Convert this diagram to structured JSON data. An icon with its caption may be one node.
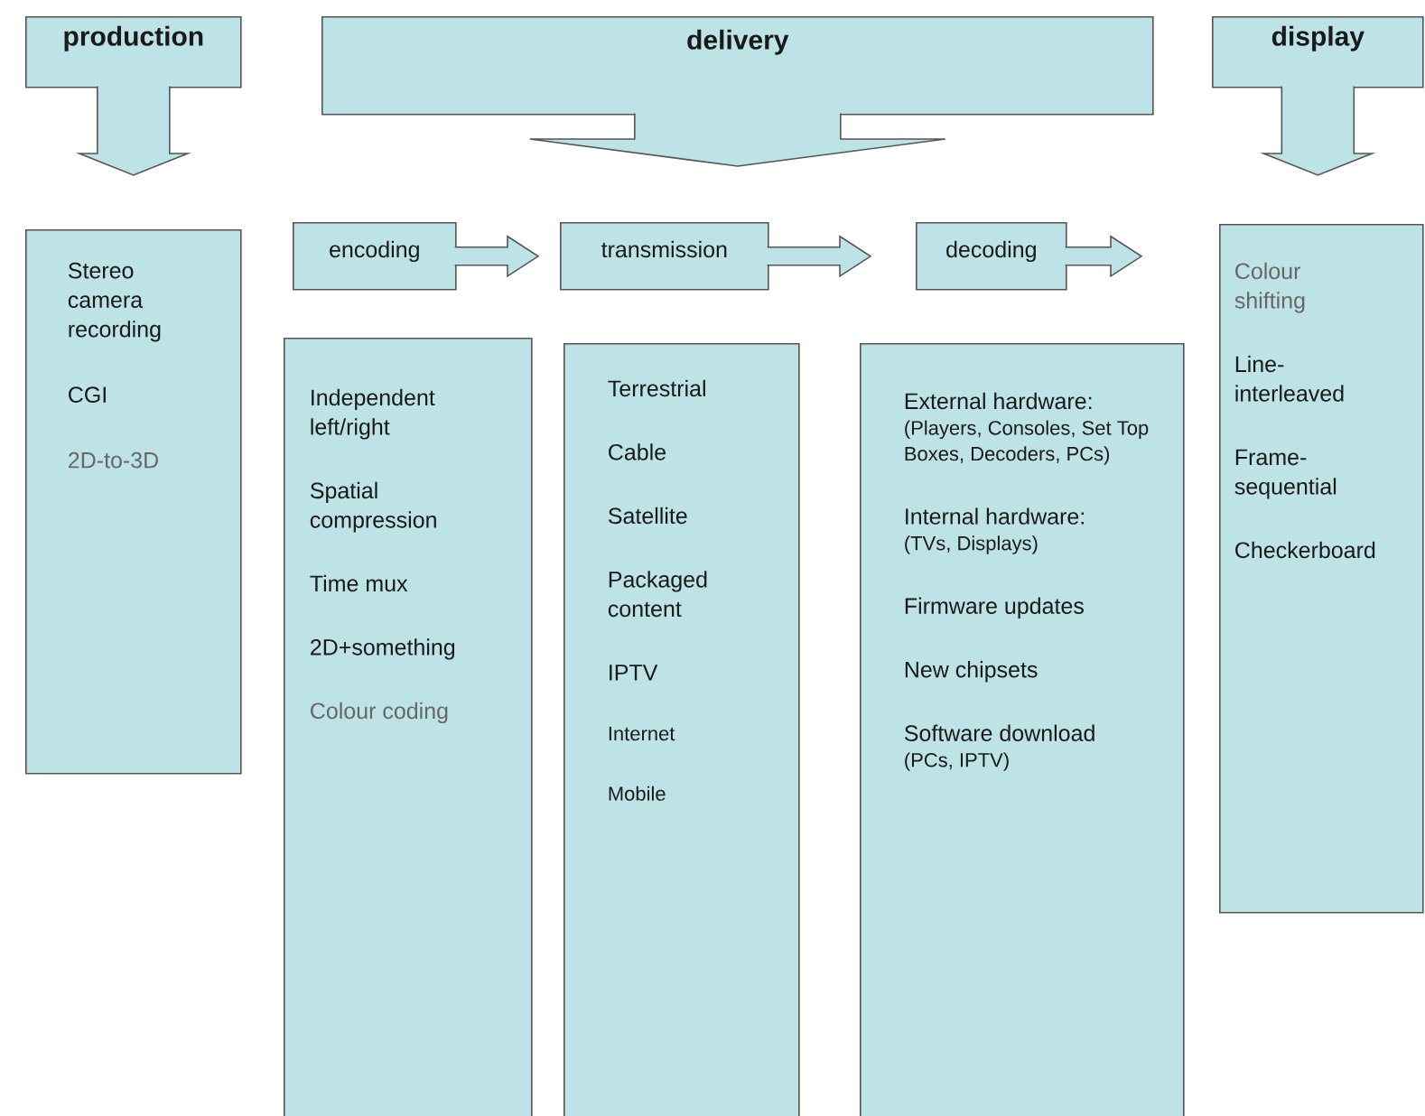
{
  "diagram": {
    "nodes": [
      {
        "text": [
          "production"
        ]
      },
      {
        "text": [
          "delivery"
        ]
      },
      {
        "text": [
          "display"
        ]
      },
      {
        "text": [
          "encoding"
        ]
      },
      {
        "text": [
          "transmission"
        ]
      },
      {
        "text": [
          "decoding"
        ]
      },
      {
        "text": [
          "Stereo camera recording",
          "CGI",
          "2D-to-3D"
        ]
      },
      {
        "text": [
          "Independent left/right",
          "Spatial compression",
          "Time mux",
          "2D+something",
          "Colour coding"
        ]
      },
      {
        "text": [
          "Terrestrial",
          "Cable",
          "Satellite",
          "Packaged content",
          "IPTV",
          "Internet",
          "Mobile"
        ]
      },
      {
        "text": [
          "External hardware:",
          "(Players, Consoles, Set Top Boxes, Decoders, PCs)",
          "Internal hardware:",
          "(TVs, Displays)",
          "Firmware updates",
          "New chipsets",
          "Software download",
          "(PCs, IPTV)"
        ]
      },
      {
        "text": [
          "Colour shifting",
          "Line-interleaved",
          "Frame-sequential",
          "Checkerboard"
        ]
      }
    ],
    "edges": [
      {
        "from": 0,
        "to": 6,
        "arrow": "to"
      },
      {
        "from": 1,
        "to": null,
        "arrow": "to"
      },
      {
        "from": 2,
        "to": 10,
        "arrow": "to"
      },
      {
        "from": 3,
        "to": 4,
        "arrow": "to"
      },
      {
        "from": 4,
        "to": 5,
        "arrow": "to"
      },
      {
        "from": 5,
        "to": 10,
        "arrow": "to"
      }
    ]
  }
}
